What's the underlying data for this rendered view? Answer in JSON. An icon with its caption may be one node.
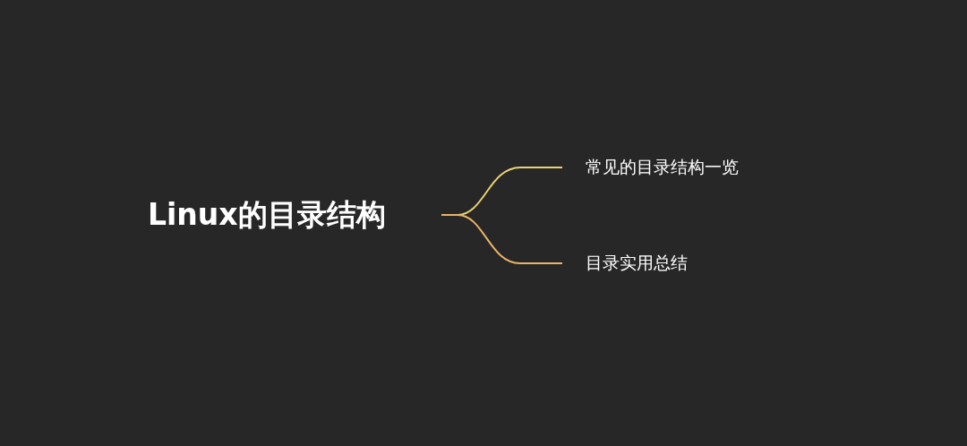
{
  "diagram": {
    "nodes": [
      {
        "text": [
          "Linux的目录结构"
        ]
      },
      {
        "text": [
          "常见的目录结构一览"
        ]
      },
      {
        "text": [
          "目录实用总结"
        ]
      }
    ],
    "edges": [
      {
        "from": 0,
        "to": 1,
        "arrow": "none",
        "color": "#e8d374"
      },
      {
        "from": 0,
        "to": 2,
        "arrow": "none",
        "color": "#e8b466"
      }
    ]
  }
}
